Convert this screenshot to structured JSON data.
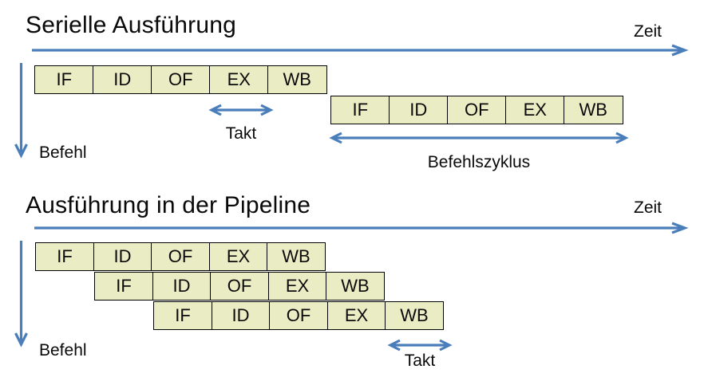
{
  "colors": {
    "accent_blue": "#4A7EBB",
    "box_fill": "#EAECC4",
    "box_border": "#000000",
    "background": "#FFFFFF"
  },
  "serial": {
    "title": "Serielle Ausführung",
    "zeit_label": "Zeit",
    "befehl_label": "Befehl",
    "takt_label": "Takt",
    "befehlszyklus_label": "Befehlszyklus",
    "rows": [
      [
        "IF",
        "ID",
        "OF",
        "EX",
        "WB"
      ],
      [
        "IF",
        "ID",
        "OF",
        "EX",
        "WB"
      ]
    ]
  },
  "pipeline": {
    "title": "Ausführung in der Pipeline",
    "zeit_label": "Zeit",
    "befehl_label": "Befehl",
    "takt_label": "Takt",
    "rows": [
      [
        "IF",
        "ID",
        "OF",
        "EX",
        "WB"
      ],
      [
        "IF",
        "ID",
        "OF",
        "EX",
        "WB"
      ],
      [
        "IF",
        "ID",
        "OF",
        "EX",
        "WB"
      ]
    ]
  }
}
